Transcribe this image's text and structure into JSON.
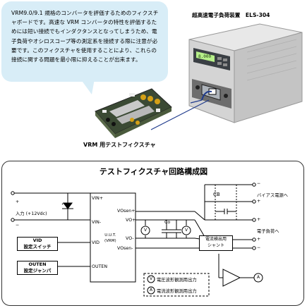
{
  "callout": {
    "text": "VRM9.0/9.1 規格のコンバータを評価するためのフィクスチャボードです。高速な VRM コンバータの特性を評価するためには短い接続でもインダクタンスとなってしまうため、電子負荷やオシロスコープ等の測定系を接続する際に注意が必要です。このフィクスチャを使用することにより、これらの接続に関する問題を最小限に抑えることが出来ます。"
  },
  "photos": {
    "board_caption": "VRM 用テストフィクスチャ",
    "device_caption": "超高速電子負荷装置　ELS-304",
    "device_display": "8.000"
  },
  "schematic": {
    "title": "テストフィクスチャ回路構成図",
    "input_label": "入力 (+12Vdc)",
    "vid_box": "VID\n設定スイッチ",
    "outen_box": "OUTEN\n設定ジャンパ",
    "uut_label": "U.U.T.\n(VRM)",
    "pins": {
      "vin_plus": "VIN+",
      "vin_minus": "VIN-",
      "vid": "VID",
      "outen": "OUTEN",
      "vsen_plus": "VOsen+",
      "vo_plus": "VO+",
      "vo_minus": "VO-",
      "vsen_minus": "VOsen-"
    },
    "co_label": "Co",
    "cb_label": "CB",
    "current_box": "電流検出用\nシャント",
    "bias_label": "バイアス電源へ",
    "load_label": "電子負荷へ",
    "plus": "+",
    "minus": "−",
    "legend": {
      "v_symbol": "V",
      "v_text": "電圧波形観測用出力",
      "a_symbol": "A",
      "a_text": "電流波形観測用出力"
    }
  }
}
